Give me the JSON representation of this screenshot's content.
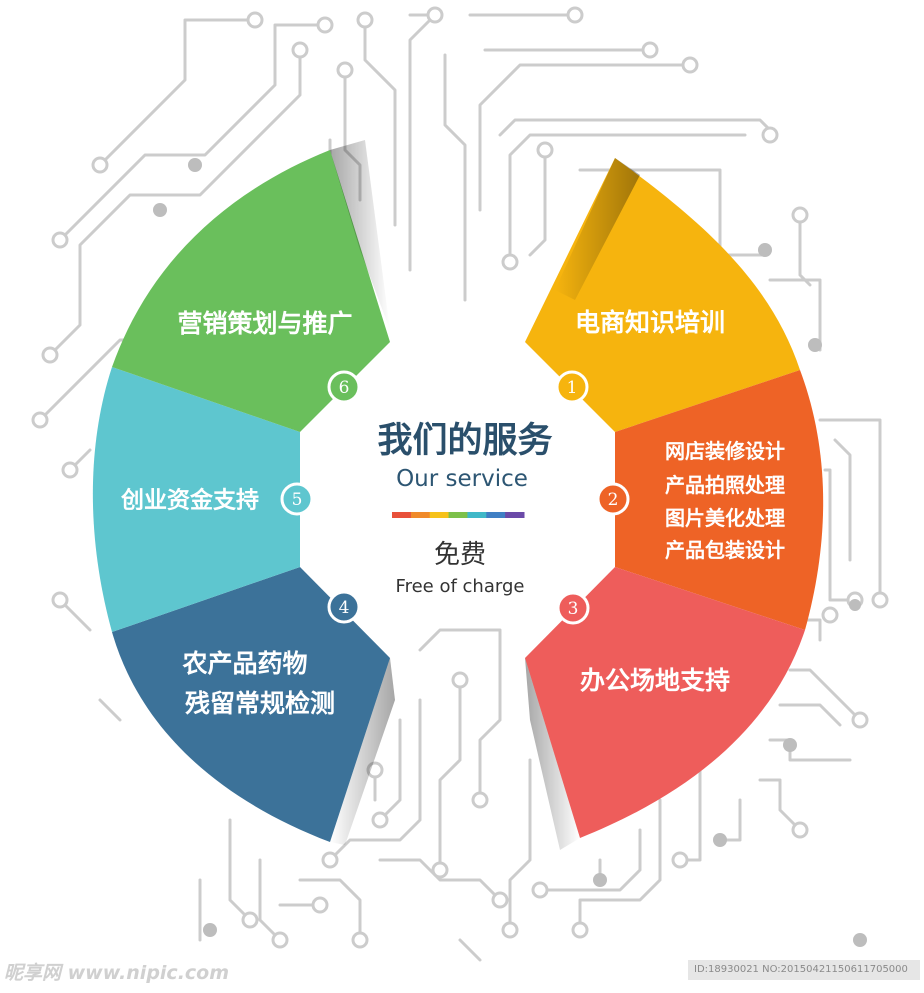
{
  "center": {
    "title": "我们的服务",
    "subtitle": "Our service",
    "free": "免费",
    "free_en": "Free of charge",
    "title_color": "#2a4f6b",
    "subtitle_color": "#2d5673"
  },
  "colors": {
    "yellow": "#f6b40e",
    "orange": "#ee6326",
    "red": "#ee5d5b",
    "blue": "#3c7299",
    "teal": "#5ec6cf",
    "green": "#6abf5c",
    "circuit": "#c8c8c8"
  },
  "segments": [
    {
      "number": "1",
      "lines": [
        "电商知识培训"
      ],
      "color": "#f6b40e"
    },
    {
      "number": "2",
      "lines": [
        "网店装修设计",
        "产品拍照处理",
        "图片美化处理",
        "产品包装设计"
      ],
      "color": "#ee6326"
    },
    {
      "number": "3",
      "lines": [
        "办公场地支持"
      ],
      "color": "#ee5d5b"
    },
    {
      "number": "4",
      "lines": [
        "农产品药物",
        "残留常规检测"
      ],
      "color": "#3c7299"
    },
    {
      "number": "5",
      "lines": [
        "创业资金支持"
      ],
      "color": "#5ec6cf"
    },
    {
      "number": "6",
      "lines": [
        "营销策划与推广"
      ],
      "color": "#6abf5c"
    }
  ],
  "rainbow": [
    "#e8503a",
    "#f08a2a",
    "#f6c21a",
    "#7cc04a",
    "#3fb8c8",
    "#3f7fc4",
    "#6b4aa8"
  ],
  "watermark": {
    "left": "昵享网 www.nipic.com",
    "right": "ID:18930021 NO:20150421150611705000"
  }
}
